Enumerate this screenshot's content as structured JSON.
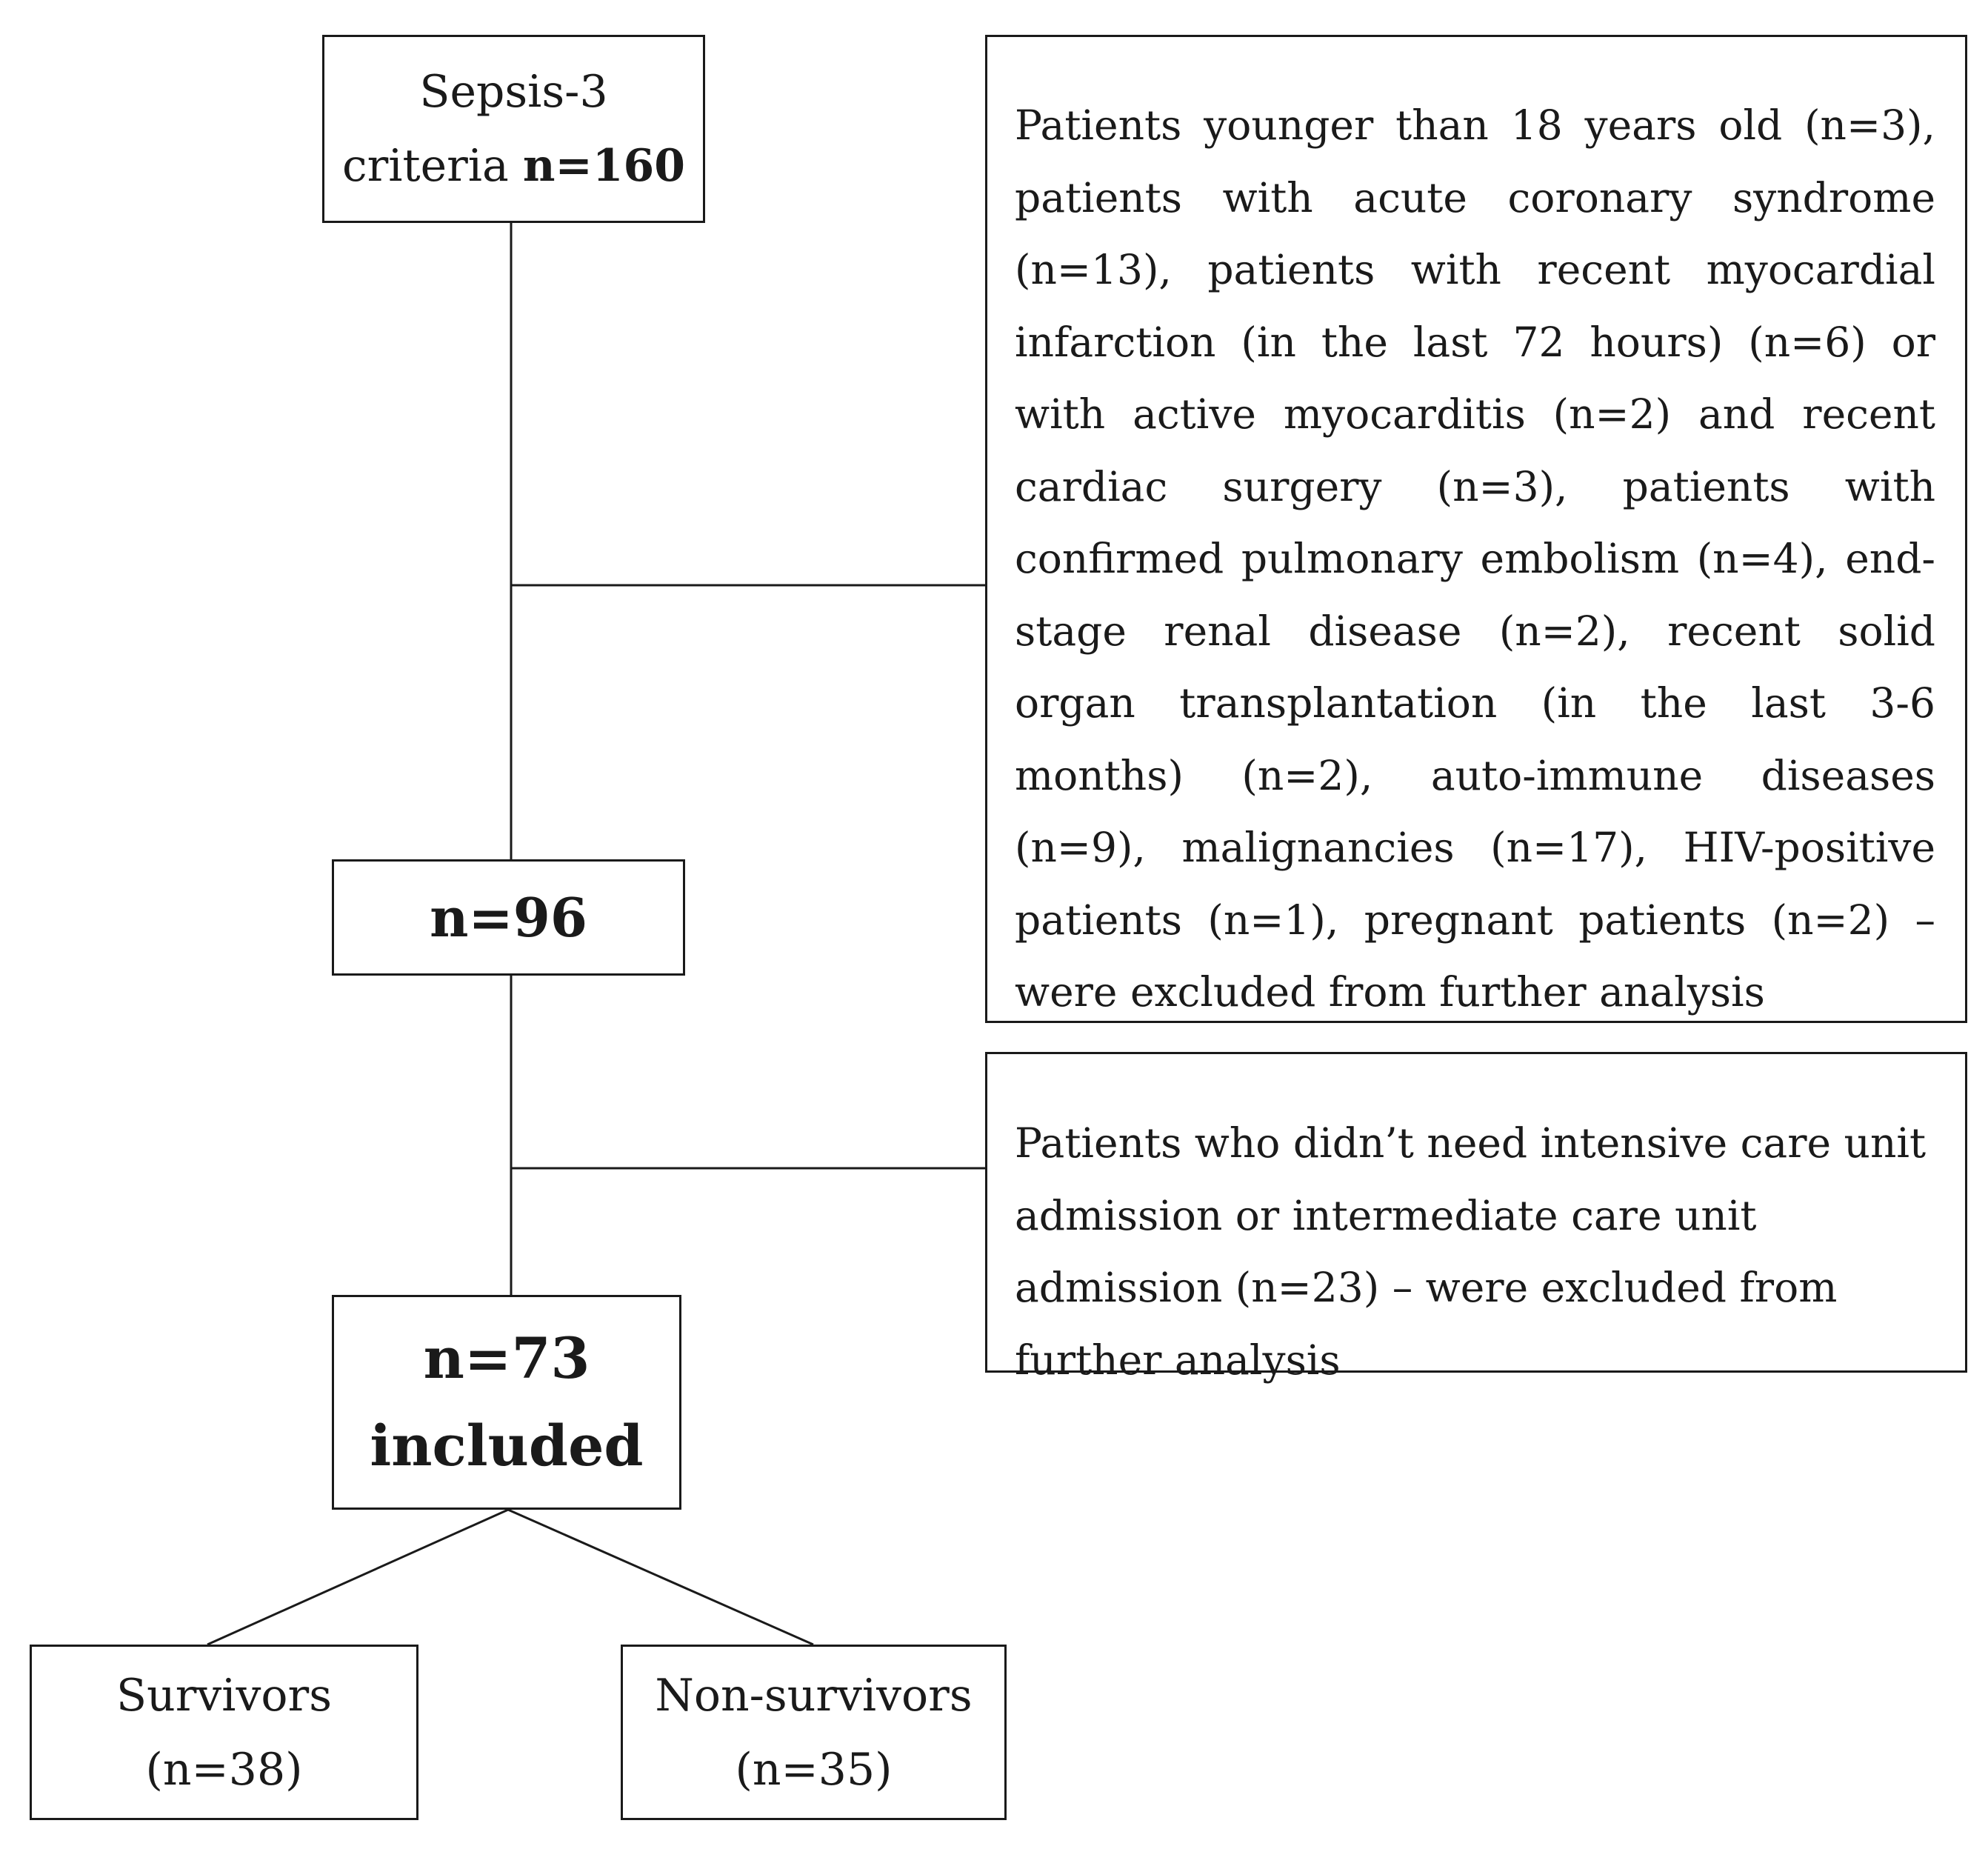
{
  "nodes": {
    "screening": {
      "label": "Sepsis-3",
      "criteria_label": "criteria",
      "count": "n=160"
    },
    "eligible": {
      "count": "n=96"
    },
    "included": {
      "count": "n=73",
      "label": "included"
    },
    "survivors": {
      "label": "Survivors",
      "count": "(n=38)"
    },
    "non_survivors": {
      "label": "Non-survivors",
      "count": "(n=35)"
    }
  },
  "exclusions": {
    "first": {
      "text": "Patients younger than 18 years old (n=3), patients with acute coronary syndrome (n=13), patients with recent myocardial infarction (in the last 72 hours) (n=6) or with active myocarditis (n=2) and recent cardiac surgery (n=3), patients with confirmed pulmonary embolism (n=4), end-stage renal disease (n=2), recent solid organ transplantation (in the last 3-6 months) (n=2), auto-immune diseases (n=9), malignancies (n=17), HIV-positive patients (n=1), pregnant patients (n=2) – were excluded from further analysis"
    },
    "second": {
      "text": "Patients who didn’t need intensive care unit admission or intermediate care unit admission (n=23) – were excluded from further analysis"
    }
  }
}
